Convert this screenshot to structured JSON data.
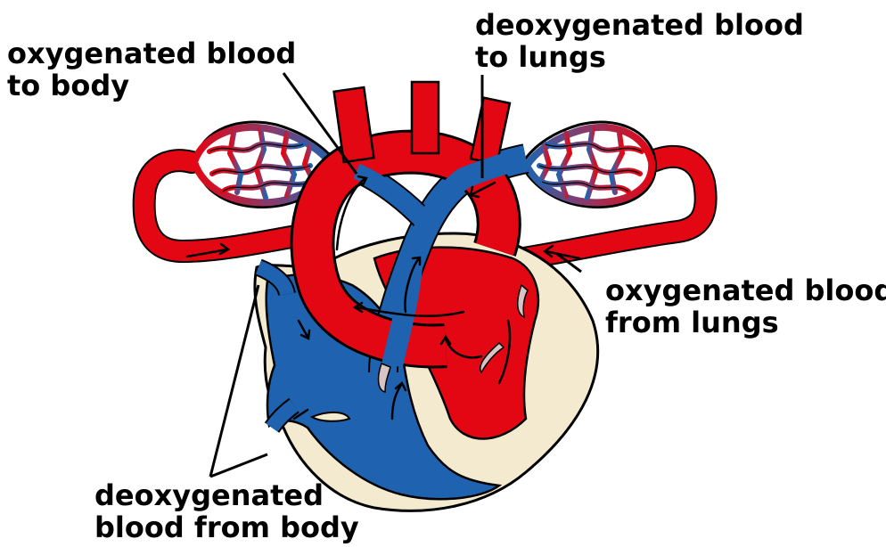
{
  "labels": {
    "oxygenated_to_body": [
      "oxygenated blood",
      "to body"
    ],
    "deoxygenated_to_lungs": [
      "deoxygenated blood",
      "to lungs"
    ],
    "oxygenated_from_lungs": [
      "oxygenated blood",
      "from lungs"
    ],
    "deoxygenated_from_body": [
      "deoxygenated",
      "blood from body"
    ]
  },
  "colors": {
    "oxygenated": "#e30613",
    "deoxygenated": "#1f63b0",
    "heart_wall": "#f4ead0",
    "capillary": "#6b4a80",
    "outline": "#000000"
  }
}
